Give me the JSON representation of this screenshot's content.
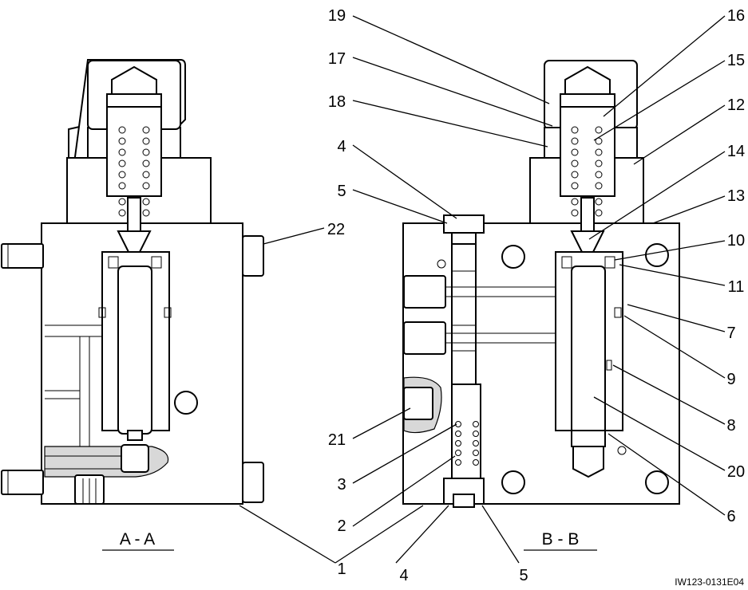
{
  "section_labels": {
    "left": "A - A",
    "right": "B - B"
  },
  "drawing_code": "IW123-0131E04",
  "callouts": [
    {
      "id": "c19",
      "text": "19"
    },
    {
      "id": "c17",
      "text": "17"
    },
    {
      "id": "c18",
      "text": "18"
    },
    {
      "id": "c4a",
      "text": "4"
    },
    {
      "id": "c5a",
      "text": "5"
    },
    {
      "id": "c16",
      "text": "16"
    },
    {
      "id": "c15",
      "text": "15"
    },
    {
      "id": "c12",
      "text": "12"
    },
    {
      "id": "c14",
      "text": "14"
    },
    {
      "id": "c13",
      "text": "13"
    },
    {
      "id": "c22",
      "text": "22"
    },
    {
      "id": "c10",
      "text": "10"
    },
    {
      "id": "c11",
      "text": "11"
    },
    {
      "id": "c7",
      "text": "7"
    },
    {
      "id": "c9",
      "text": "9"
    },
    {
      "id": "c8",
      "text": "8"
    },
    {
      "id": "c21",
      "text": "21"
    },
    {
      "id": "c3",
      "text": "3"
    },
    {
      "id": "c2",
      "text": "2"
    },
    {
      "id": "c20",
      "text": "20"
    },
    {
      "id": "c6",
      "text": "6"
    },
    {
      "id": "c1",
      "text": "1"
    },
    {
      "id": "c4b",
      "text": "4"
    },
    {
      "id": "c5b",
      "text": "5"
    }
  ]
}
